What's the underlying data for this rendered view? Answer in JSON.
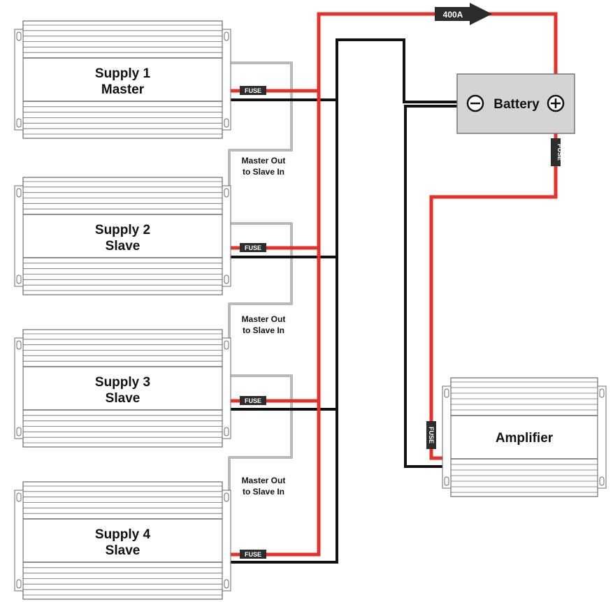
{
  "colors": {
    "positive_wire": "#e8302a",
    "negative_wire": "#111111",
    "signal_wire": "#b9b9b9",
    "fuse": "#2d2d2d",
    "battery_fill": "#d4d4d4",
    "unit_outline": "#6b6b6b"
  },
  "supplies": [
    {
      "line1": "Supply 1",
      "line2": "Master",
      "fuse": "FUSE"
    },
    {
      "line1": "Supply 2",
      "line2": "Slave",
      "fuse": "FUSE"
    },
    {
      "line1": "Supply 3",
      "line2": "Slave",
      "fuse": "FUSE"
    },
    {
      "line1": "Supply 4",
      "line2": "Slave",
      "fuse": "FUSE"
    }
  ],
  "links": [
    {
      "line1": "Master Out",
      "line2": "to Slave In"
    },
    {
      "line1": "Master Out",
      "line2": "to Slave In"
    },
    {
      "line1": "Master Out",
      "line2": "to Slave In"
    }
  ],
  "battery": {
    "label": "Battery",
    "fuse": "FUSE",
    "negative_icon": "minus-circle-icon",
    "positive_icon": "plus-circle-icon"
  },
  "current": {
    "label": "400A"
  },
  "amplifier": {
    "label": "Amplifier",
    "fuse": "FUSE"
  }
}
